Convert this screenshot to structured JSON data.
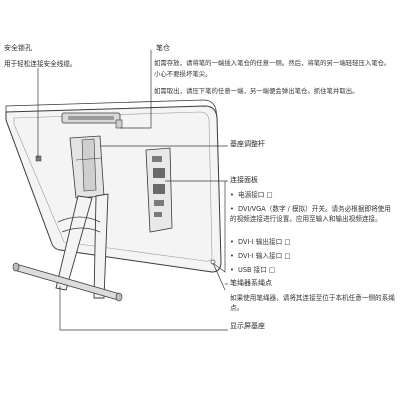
{
  "labels": {
    "security_slot": "安全锁孔",
    "security_slot_desc": "用于轻松连接安全线缆。",
    "pen_holder": "笔仓",
    "pen_holder_desc1": "如需存放，请将笔的一端插入笔仓的任意一侧。然后，将笔的另一端轻轻压入笔仓。小心不要损坏笔尖。",
    "pen_holder_desc2": "如需取出，请压下笔的任意一端，另一端便会弹出笔仓。抓住笔并取出。",
    "stand_adjust": "基座调整杆",
    "connector_panel": "连接面板",
    "connectors": [
      "电源接口",
      "DVI/VGA（数字 / 模拟）开关。请务必根据即将使用的视频连接进行设置。应用至输入和输出视频连接。",
      "DVI-I 输出接口",
      "DVI-I 输入接口",
      "USB 接口"
    ],
    "pen_tether": "笔绳器系绳点",
    "pen_tether_desc": "如果使用笔绳器，请将其连接至位于本机任意一侧的系绳点。",
    "display_stand": "显示屏基座"
  },
  "colors": {
    "line": "#3a3a3a",
    "body": "#f4f4f4",
    "shade": "#cfcfcf"
  }
}
